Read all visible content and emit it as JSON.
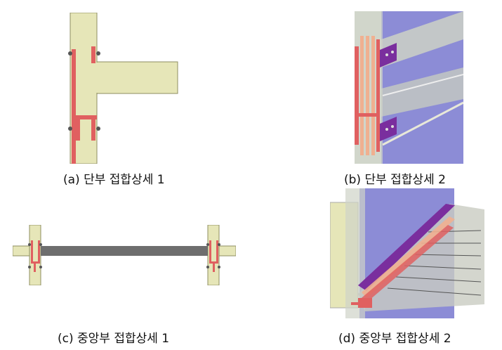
{
  "figure": {
    "captions": {
      "a": "(a) 단부 접합상세 1",
      "b": "(b) 단부 접합상세 2",
      "c": "(c) 중앙부 접합상세 1",
      "d": "(d) 중앙부 접합상세 2"
    },
    "colors": {
      "concrete": "#e6e6b8",
      "steel_plate": "#e06060",
      "steel_plate_light": "#f0b090",
      "purple_face": "#8c8cd6",
      "purple_plate": "#7a2e9e",
      "grey_beam": "#6e6e6e",
      "glass": "#cfd3c8"
    }
  }
}
